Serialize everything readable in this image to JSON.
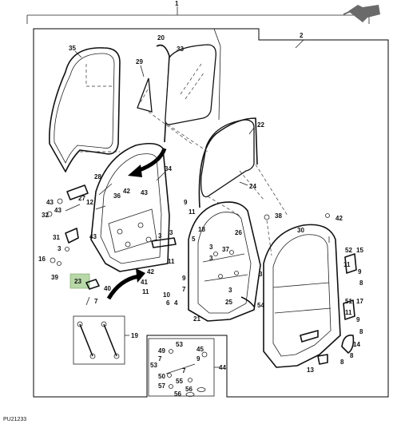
{
  "diagram": {
    "figure_id": "PU21233",
    "callouts": {
      "c1": "1",
      "c2": "2",
      "c3": "3",
      "c4": "4",
      "c5": "5",
      "c6": "6",
      "c7": "7",
      "c8": "8",
      "c9": "9",
      "c10": "10",
      "c11": "11",
      "c12": "12",
      "c13": "13",
      "c14": "14",
      "c15": "15",
      "c16": "16",
      "c17": "17",
      "c18": "18",
      "c19": "19",
      "c20": "20",
      "c21": "21",
      "c22": "22",
      "c23": "23",
      "c24": "24",
      "c25": "25",
      "c26": "26",
      "c27": "27",
      "c28": "28",
      "c29": "29",
      "c30": "30",
      "c31": "31",
      "c32": "32",
      "c33": "33",
      "c34": "34",
      "c35": "35",
      "c36": "36",
      "c37": "37",
      "c38": "38",
      "c39": "39",
      "c40": "40",
      "c41": "41",
      "c42": "42",
      "c43": "43",
      "c44": "44",
      "c45": "45",
      "c49": "49",
      "c50": "50",
      "c51": "51",
      "c52": "52",
      "c53": "53",
      "c54": "54",
      "c55": "55",
      "c56": "56",
      "c57": "57"
    },
    "highlight_color": "#b8d8a8"
  }
}
